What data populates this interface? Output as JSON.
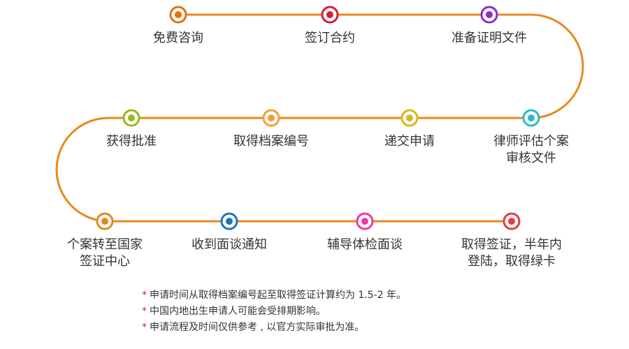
{
  "steps": [
    {
      "lines": [
        "免费咨询"
      ],
      "color": "#e8700c"
    },
    {
      "lines": [
        "签订合约"
      ],
      "color": "#d41d3a"
    },
    {
      "lines": [
        "准备证明文件"
      ],
      "color": "#8a2bd0"
    },
    {
      "lines": [
        "律师评估个案",
        "审核文件"
      ],
      "color": "#2bbcc4"
    },
    {
      "lines": [
        "递交申请"
      ],
      "color": "#d6b81c"
    },
    {
      "lines": [
        "取得档案编号"
      ],
      "color": "#f0a030"
    },
    {
      "lines": [
        "获得批准"
      ],
      "color": "#99b81c"
    },
    {
      "lines": [
        "个案转至国家",
        "签证中心"
      ],
      "color": "#e0891c"
    },
    {
      "lines": [
        "收到面谈通知"
      ],
      "color": "#1a74c0"
    },
    {
      "lines": [
        "辅导体检面谈"
      ],
      "color": "#ec3aa0"
    },
    {
      "lines": [
        "取得签证，半年内",
        "登陆，取得绿卡"
      ],
      "color": "#e83a4a"
    }
  ],
  "notes": [
    "申请时间从取得档案编号起至取得签证计算约为 1.5-2 年。",
    "中国内地出生申请人可能会受排期影响。",
    "申请流程及时间仅供参考 , 以官方实际审批为准。"
  ],
  "note_marker": "*",
  "colors": {
    "path": "#e8891c",
    "text": "#333333",
    "marker": "#e02020"
  }
}
